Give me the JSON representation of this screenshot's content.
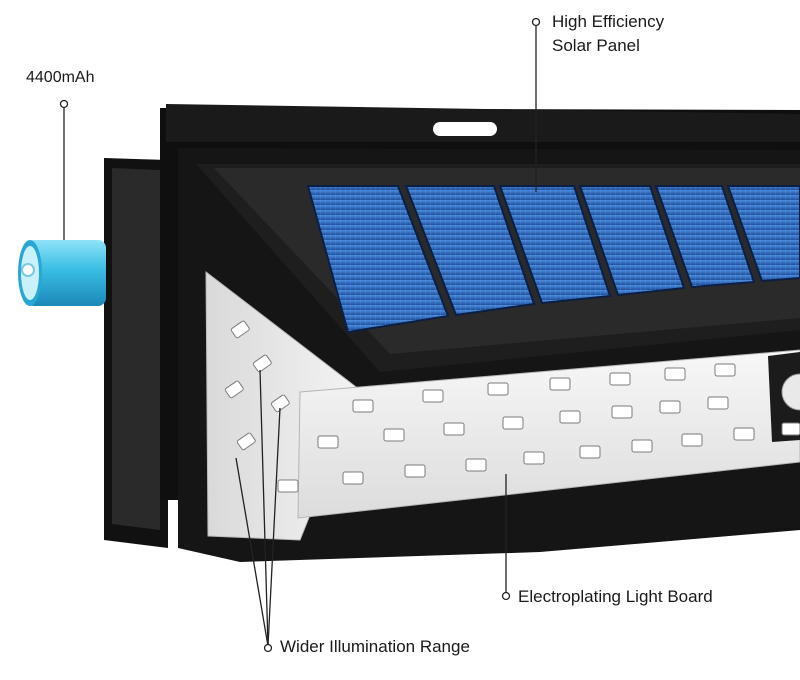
{
  "callouts": {
    "battery": "4400mAh",
    "solar_line1": "High Efficiency",
    "solar_line2": "Solar Panel",
    "light_board": "Electroplating Light Board",
    "illumination": "Wider Illumination Range"
  },
  "colors": {
    "housing": "#141414",
    "solar_cell": "#2f6cc4",
    "battery": "#35b7e0",
    "led_board": "#f2f2f2",
    "callout_line": "#222222"
  }
}
